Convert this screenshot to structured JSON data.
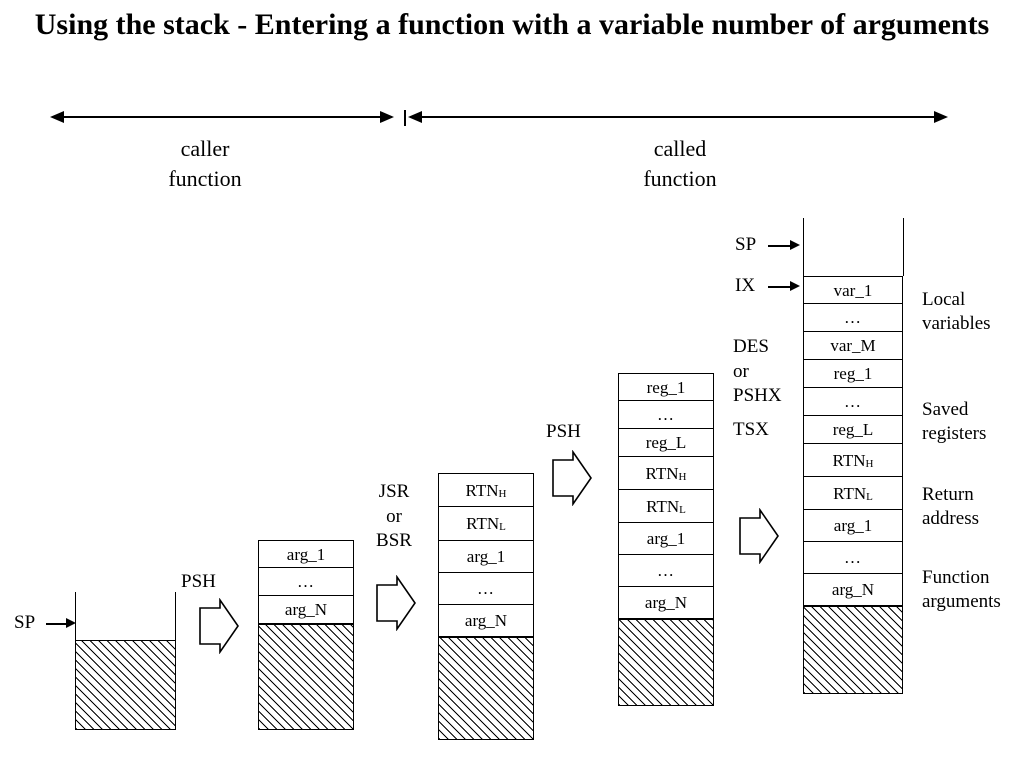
{
  "title": "Using the stack - Entering a function with a variable number of arguments",
  "top_arrows": {
    "caller_label": "caller\nfunction",
    "called_label": "called\nfunction",
    "caller_line1": "caller",
    "caller_line2": "function",
    "called_line1": "called",
    "called_line2": "function"
  },
  "stacks": [
    {
      "id": "stack-1",
      "pointer": "SP",
      "cells": []
    },
    {
      "id": "stack-2",
      "cells": [
        "arg_1",
        "…",
        "arg_N"
      ]
    },
    {
      "id": "stack-3",
      "cells": [
        "RTN_H",
        "RTN_L",
        "arg_1",
        "…",
        "arg_N"
      ]
    },
    {
      "id": "stack-4",
      "cells": [
        "reg_1",
        "…",
        "reg_L",
        "RTN_H",
        "RTN_L",
        "arg_1",
        "…",
        "arg_N"
      ]
    },
    {
      "id": "stack-5",
      "pointer_sp": "SP",
      "pointer_ix": "IX",
      "cells": [
        "var_1",
        "…",
        "var_M",
        "reg_1",
        "…",
        "reg_L",
        "RTN_H",
        "RTN_L",
        "arg_1",
        "…",
        "arg_N"
      ]
    }
  ],
  "transitions": [
    {
      "id": "t1",
      "lines": [
        "PSH"
      ]
    },
    {
      "id": "t2",
      "lines": [
        "JSR",
        "or",
        "BSR"
      ]
    },
    {
      "id": "t3",
      "lines": [
        "PSH"
      ]
    },
    {
      "id": "t4",
      "lines": [
        "DES",
        "or",
        "PSHX",
        "TSX"
      ]
    }
  ],
  "right_labels": [
    {
      "line1": "Local",
      "line2": "variables"
    },
    {
      "line1": "Saved",
      "line2": "registers"
    },
    {
      "line1": "Return",
      "line2": "address"
    },
    {
      "line1": "Function",
      "line2": "arguments"
    }
  ],
  "cell_text": {
    "arg_1": "arg_1",
    "arg_N": "arg_N",
    "ellipsis": "…",
    "rtn_h_base": "RTN",
    "rtn_h_sub": "H",
    "rtn_l_base": "RTN",
    "rtn_l_sub": "L",
    "reg_1": "reg_1",
    "reg_L": "reg_L",
    "var_1": "var_1",
    "var_M": "var_M"
  },
  "colors": {
    "ink": "#000000",
    "paper": "#ffffff"
  }
}
